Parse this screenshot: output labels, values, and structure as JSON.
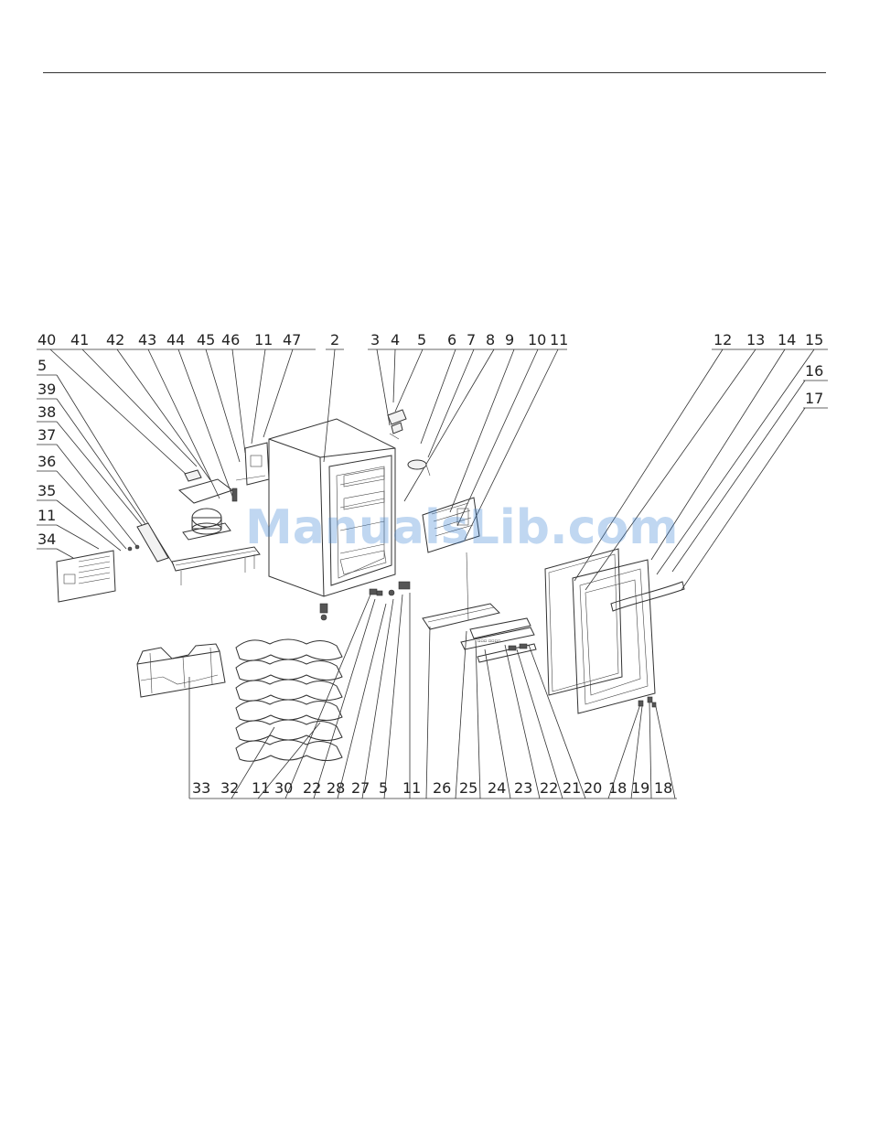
{
  "watermark": "ManualsLib.com",
  "callouts_top": [
    "40",
    "41",
    "42",
    "43",
    "44",
    "45",
    "46",
    "11",
    "47",
    "2",
    "3",
    "4",
    "5",
    "6",
    "7",
    "8",
    "9",
    "10",
    "11",
    "12",
    "13",
    "14",
    "15"
  ],
  "callouts_left": [
    "5",
    "39",
    "38",
    "37",
    "36",
    "35",
    "11",
    "34"
  ],
  "callouts_right": [
    "16",
    "17"
  ],
  "callouts_bottom": [
    "33",
    "32",
    "11",
    "30",
    "22",
    "28",
    "27",
    "5",
    "11",
    "26",
    "25",
    "24",
    "23",
    "22",
    "21",
    "20",
    "18",
    "19",
    "18"
  ]
}
